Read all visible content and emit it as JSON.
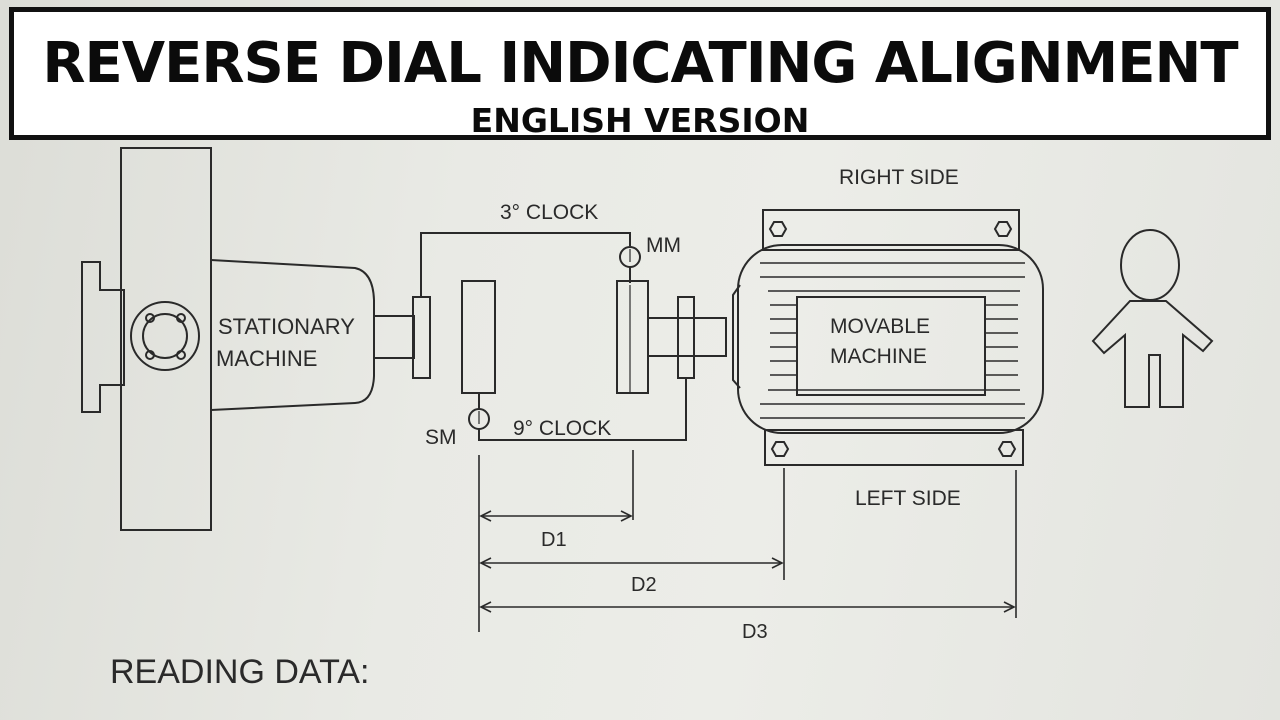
{
  "title": "REVERSE DIAL INDICATING ALIGNMENT",
  "subtitle": "ENGLISH VERSION",
  "labels": {
    "stationary_line1": "STATIONARY",
    "stationary_line2": "MACHINE",
    "movable_line1": "MOVABLE",
    "movable_line2": "MACHINE",
    "right_side": "RIGHT SIDE",
    "left_side": "LEFT SIDE",
    "clock_top": "3° CLOCK",
    "clock_bottom": "9° CLOCK",
    "indicator_mm": "MM",
    "indicator_sm": "SM",
    "d1": "D1",
    "d2": "D2",
    "d3": "D3"
  },
  "footer": {
    "reading_data": "READING DATA:"
  },
  "colors": {
    "paper": "#e6e7e2",
    "ink": "#2a2a2a",
    "title_text": "#0b0b0b"
  }
}
